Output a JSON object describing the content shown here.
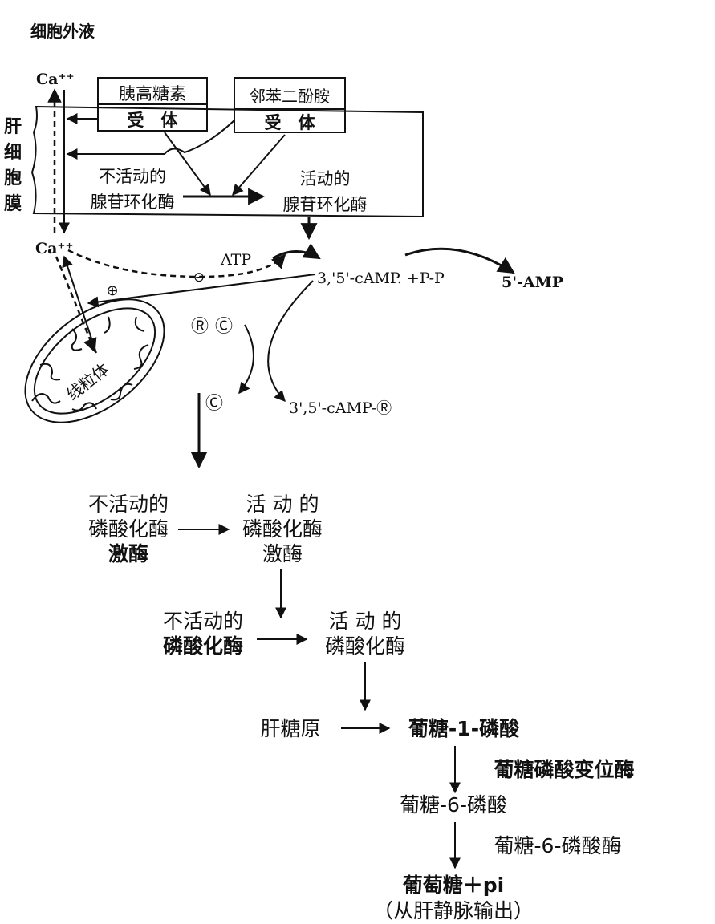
{
  "title": "细胞外液",
  "membrane": {
    "label_chars": [
      "肝",
      "细",
      "胞",
      "膜"
    ],
    "ca_top": "Ca⁺⁺",
    "glucagon": {
      "name": "胰高糖素",
      "receptor": "受　体"
    },
    "catecholamine": {
      "name": "邻苯二酚胺",
      "receptor": "受　体"
    },
    "inactive_ac": [
      "不活动的",
      "腺苷环化酶"
    ],
    "active_ac": [
      "活动的",
      "腺苷环化酶"
    ]
  },
  "cytosol": {
    "ca_bottom": "Ca⁺⁺",
    "atp": "ATP",
    "camp": "3,'5'-cAMP. +P-P",
    "amp": "5'-AMP",
    "minus": "⊖",
    "plus": "⊕",
    "mitochondrion": "线粒体",
    "rc": [
      "Ⓡ",
      "Ⓒ"
    ],
    "c": "Ⓒ",
    "camp_r": "3',5'-cAMP-Ⓡ"
  },
  "cascade": {
    "kinase_inactive": [
      "不活动的",
      "磷酸化酶",
      "激酶"
    ],
    "kinase_active": [
      "活 动 的",
      "磷酸化酶",
      "激酶"
    ],
    "phos_inactive": [
      "不活动的",
      "磷酸化酶"
    ],
    "phos_active": [
      "活 动 的",
      "磷酸化酶"
    ],
    "glycogen": "肝糖原",
    "g1p": "葡糖-1-磷酸",
    "mutase": "葡糖磷酸变位酶",
    "g6p": "葡糖-6-磷酸",
    "g6pase": "葡糖-6-磷酸酶",
    "glucose": "葡萄糖＋pi",
    "output": "（从肝静脉输出）"
  }
}
